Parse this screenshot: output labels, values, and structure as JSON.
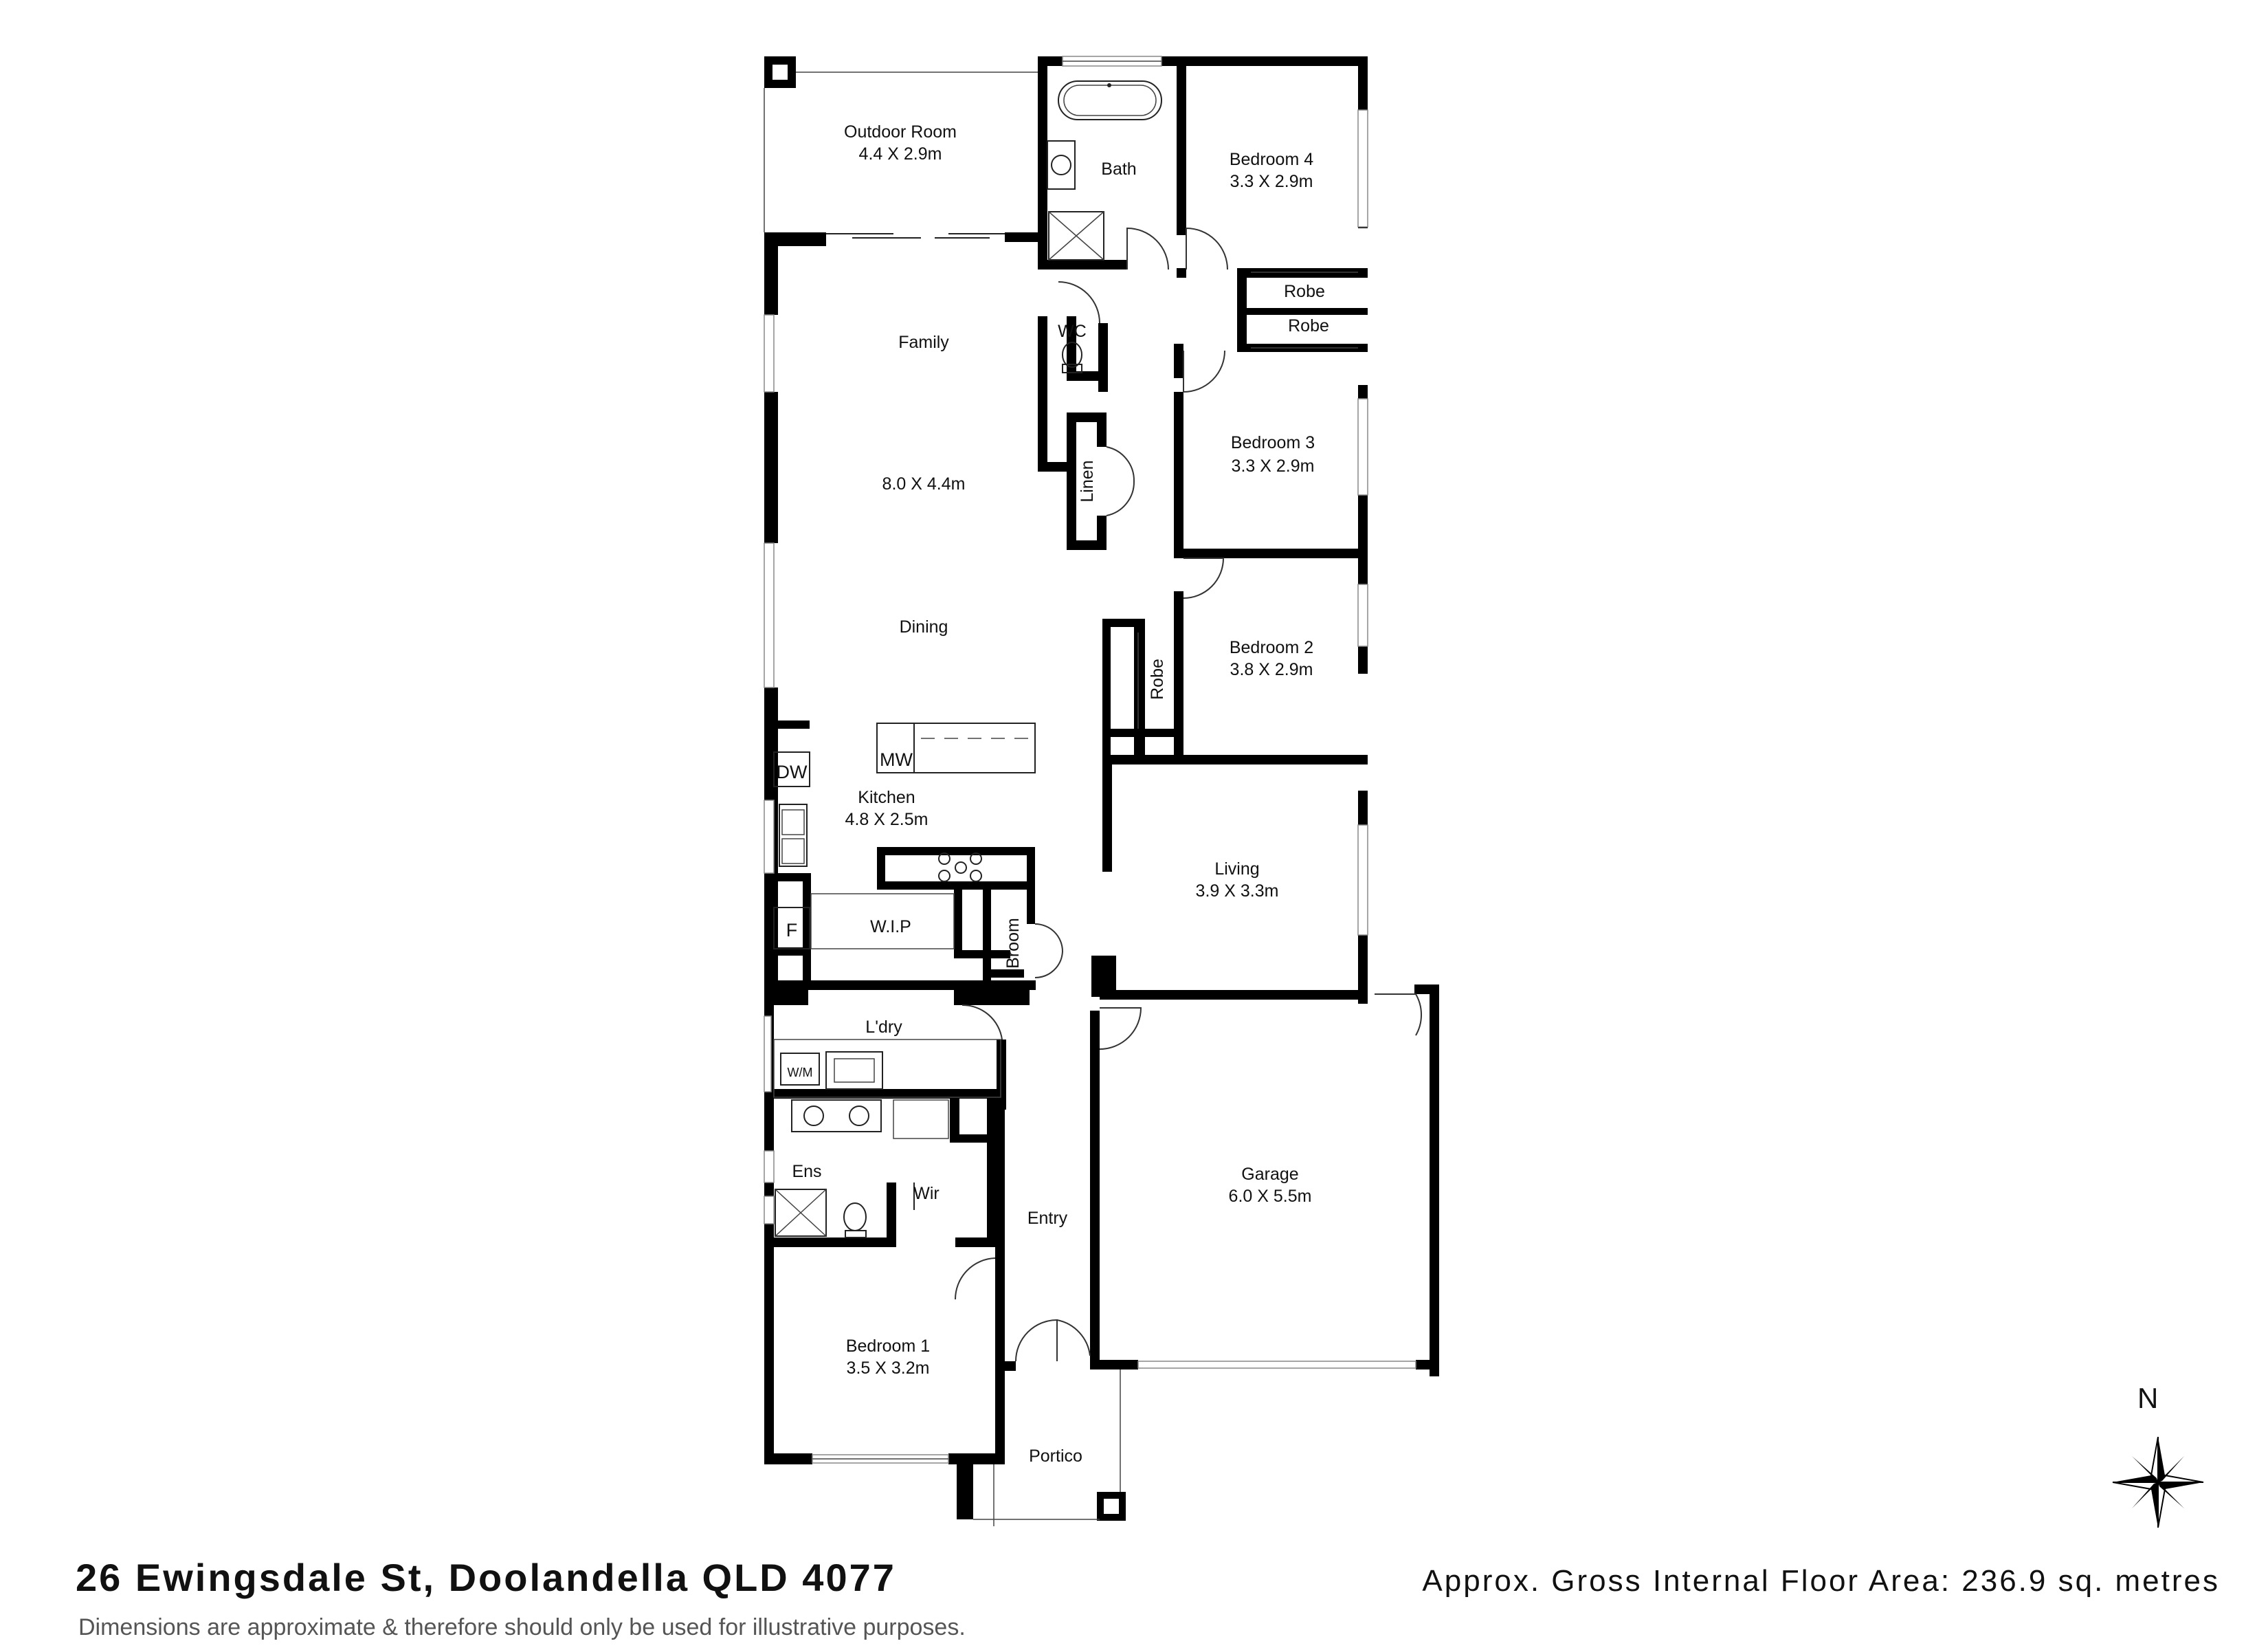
{
  "property": {
    "address": "26 Ewingsdale St, Doolandella QLD 4077",
    "floor_area": "Approx. Gross Internal Floor Area: 236.9 sq. metres",
    "disclaimer": "Dimensions are approximate & therefore should only be used for illustrative purposes."
  },
  "compass": {
    "north_label": "N"
  },
  "rooms": {
    "outdoor_room": {
      "name": "Outdoor Room",
      "size": "4.4 X 2.9m"
    },
    "bath": {
      "name": "Bath"
    },
    "bedroom4": {
      "name": "Bedroom 4",
      "size": "3.3 X 2.9m"
    },
    "robe_a": {
      "name": "Robe"
    },
    "robe_b": {
      "name": "Robe"
    },
    "family": {
      "name": "Family"
    },
    "family_size": {
      "size": "8.0 X 4.4m"
    },
    "dining": {
      "name": "Dining"
    },
    "wc": {
      "name": "WC"
    },
    "linen": {
      "name": "Linen"
    },
    "bedroom3": {
      "name": "Bedroom 3",
      "size": "3.3 X 2.9m"
    },
    "bedroom2": {
      "name": "Bedroom 2",
      "size": "3.8 X 2.9m"
    },
    "robe_c": {
      "name": "Robe"
    },
    "kitchen": {
      "name": "Kitchen",
      "size": "4.8 X 2.5m"
    },
    "wip": {
      "name": "W.I.P"
    },
    "broom": {
      "name": "Broom"
    },
    "living": {
      "name": "Living",
      "size": "3.9 X 3.3m"
    },
    "laundry": {
      "name": "L'dry"
    },
    "ensuite": {
      "name": "Ens"
    },
    "wir": {
      "name": "Wir"
    },
    "entry": {
      "name": "Entry"
    },
    "garage": {
      "name": "Garage",
      "size": "6.0 X 5.5m"
    },
    "bedroom1": {
      "name": "Bedroom 1",
      "size": "3.5 X 3.2m"
    },
    "portico": {
      "name": "Portico"
    }
  },
  "fixtures": {
    "dishwasher": "DW",
    "microwave": "MW",
    "fridge": "F",
    "washing_machine": "W/M"
  }
}
